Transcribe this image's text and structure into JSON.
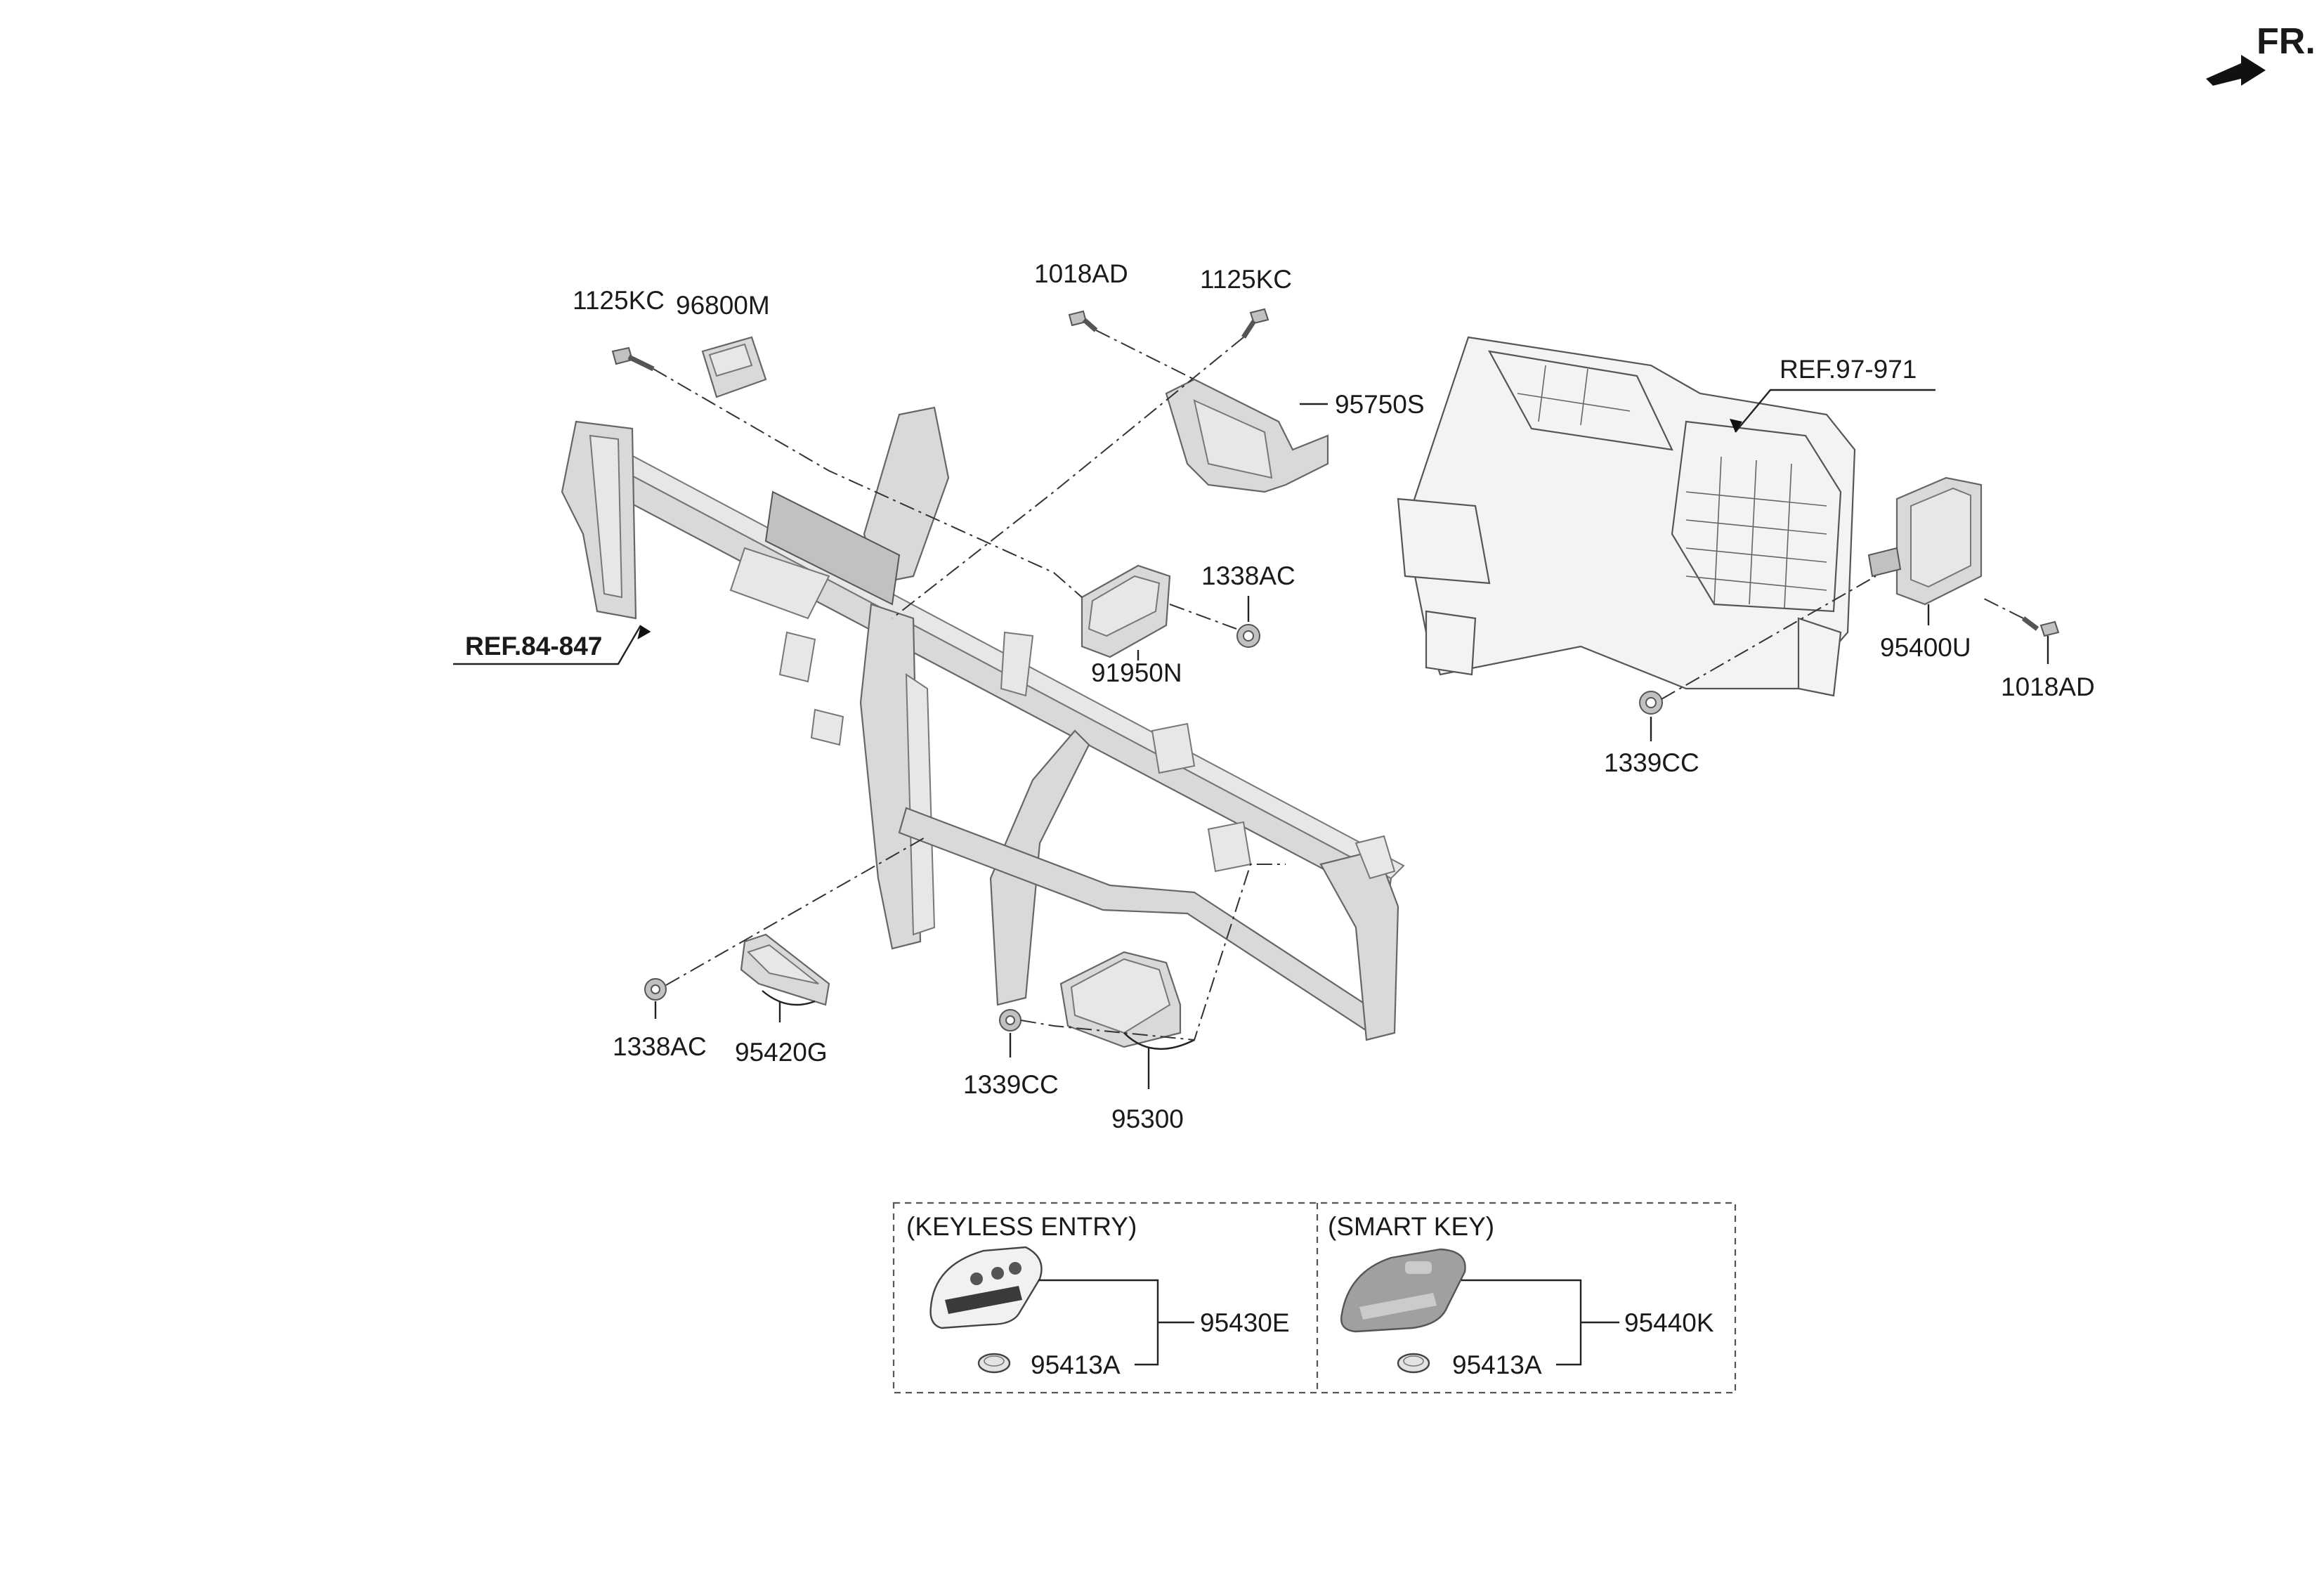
{
  "orientation": {
    "label": "FR."
  },
  "references": {
    "ref_84_847": "REF.84-847",
    "ref_97_971": "REF.97-971"
  },
  "parts": {
    "p1125kc_left": "1125KC",
    "p96800m": "96800M",
    "p1018ad_top": "1018AD",
    "p1125kc_top": "1125KC",
    "p95750s": "95750S",
    "p1338ac_mid": "1338AC",
    "p91950n": "91950N",
    "p95400u": "95400U",
    "p1018ad_right": "1018AD",
    "p1339cc_right": "1339CC",
    "p1338ac_low": "1338AC",
    "p95420g": "95420G",
    "p1339cc_low": "1339CC",
    "p95300": "95300"
  },
  "key_panels": {
    "keyless": {
      "title": "(KEYLESS ENTRY)",
      "fob_part": "95430E",
      "battery_part": "95413A"
    },
    "smart": {
      "title": "(SMART KEY)",
      "fob_part": "95440K",
      "battery_part": "95413A"
    }
  }
}
